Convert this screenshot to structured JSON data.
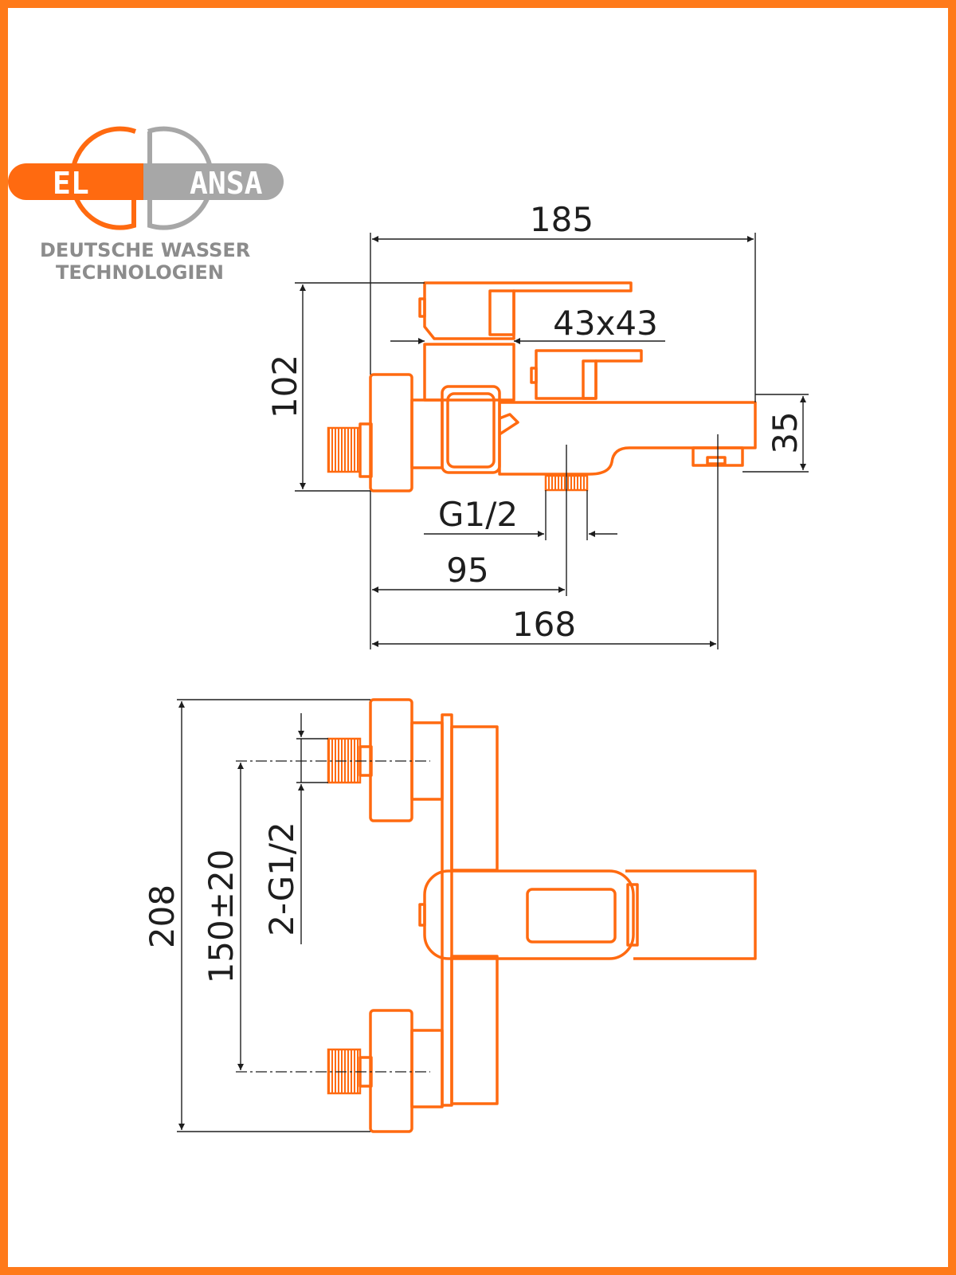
{
  "logo": {
    "brand_left": "EL",
    "brand_right": "ANSA",
    "subtitle_line1": "DEUTSCHE WASSER",
    "subtitle_line2": "TECHNOLOGIEN",
    "accent_color": "#ff6a10",
    "gray_color": "#8c8c8c"
  },
  "side_view": {
    "dim_width_total": "185",
    "dim_height_total": "102",
    "dim_handle": "43x43",
    "dim_spout_height": "35",
    "dim_thread": "G1/2",
    "dim_outlet_offset": "95",
    "dim_spout_reach": "168"
  },
  "top_view": {
    "dim_overall": "208",
    "dim_centers": "150±20",
    "dim_threads": "2-G1/2"
  },
  "colors": {
    "frame": "#ff7a1a",
    "part_outline": "#ff6a10",
    "dimension_lines": "#1e1e1e"
  }
}
